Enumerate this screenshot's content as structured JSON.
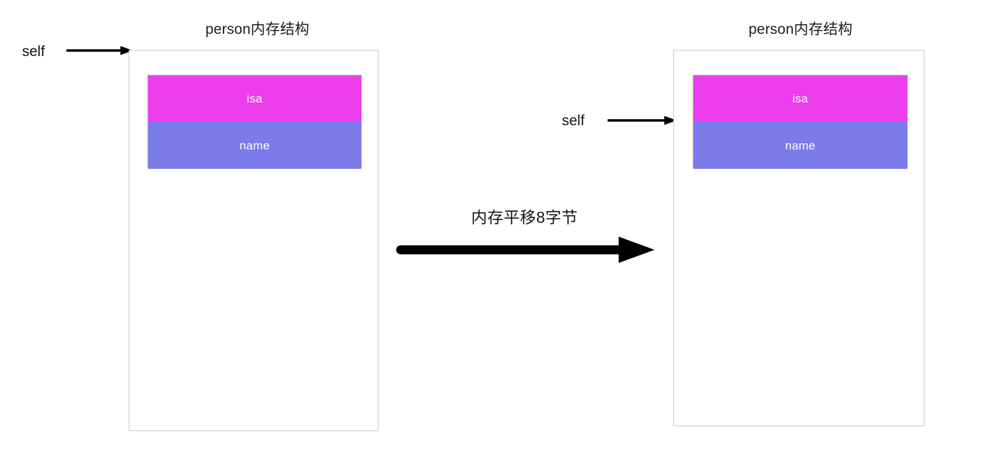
{
  "diagram": {
    "type": "memory-layout-comparison",
    "left_panel": {
      "title": "person内存结构",
      "pointer_label": "self",
      "pointer_target": "object-start",
      "fields": [
        {
          "name": "isa",
          "color": "#ec3eec"
        },
        {
          "name": "name",
          "color": "#7b7bea"
        }
      ]
    },
    "right_panel": {
      "title": "person内存结构",
      "pointer_label": "self",
      "pointer_target": "name-field",
      "fields": [
        {
          "name": "isa",
          "color": "#ec3eec"
        },
        {
          "name": "name",
          "color": "#7b7bea"
        }
      ]
    },
    "transition": {
      "label": "内存平移8字节",
      "direction": "right"
    },
    "colors": {
      "isa_fill": "#ec3eec",
      "name_fill": "#7b7bea",
      "box_border": "#c9c9c9",
      "field_border": "#bfbfbf",
      "arrow": "#000000",
      "text": "#1a1a1a",
      "field_text": "#ffffff",
      "background": "#ffffff"
    }
  }
}
